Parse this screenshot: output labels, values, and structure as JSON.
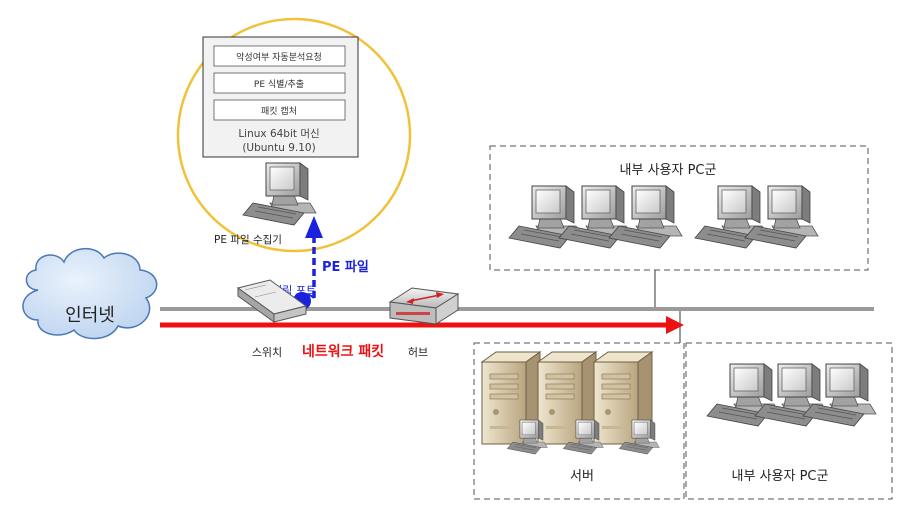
{
  "labels": {
    "collector_box": {
      "layer_top": "악성여부 자동분석요청",
      "layer_mid": "PE 식별/추출",
      "layer_bottom": "패킷 캡처",
      "os_line1": "Linux 64bit 머신",
      "os_line2": "(Ubuntu 9.10)"
    },
    "collector_caption": "PE 파일 수집기",
    "pe_file": "PE 파일",
    "mirroring_port": "미러링 포트",
    "internet": "인터넷",
    "switch": "스위치",
    "network_packet": "네트워크 패킷",
    "hub": "허브",
    "server": "서버",
    "internal_pc_top": "내부 사용자 PC군",
    "internal_pc_bottom": "내부 사용자 PC군"
  },
  "colors": {
    "backbone": "#9a9a9a",
    "packet_arrow": "#ee1111",
    "pe_arrow": "#1a22dd",
    "highlight_circle": "#f0c23a",
    "cloud_fill": "#cfe0f4",
    "cloud_stroke": "#4b78b6"
  }
}
